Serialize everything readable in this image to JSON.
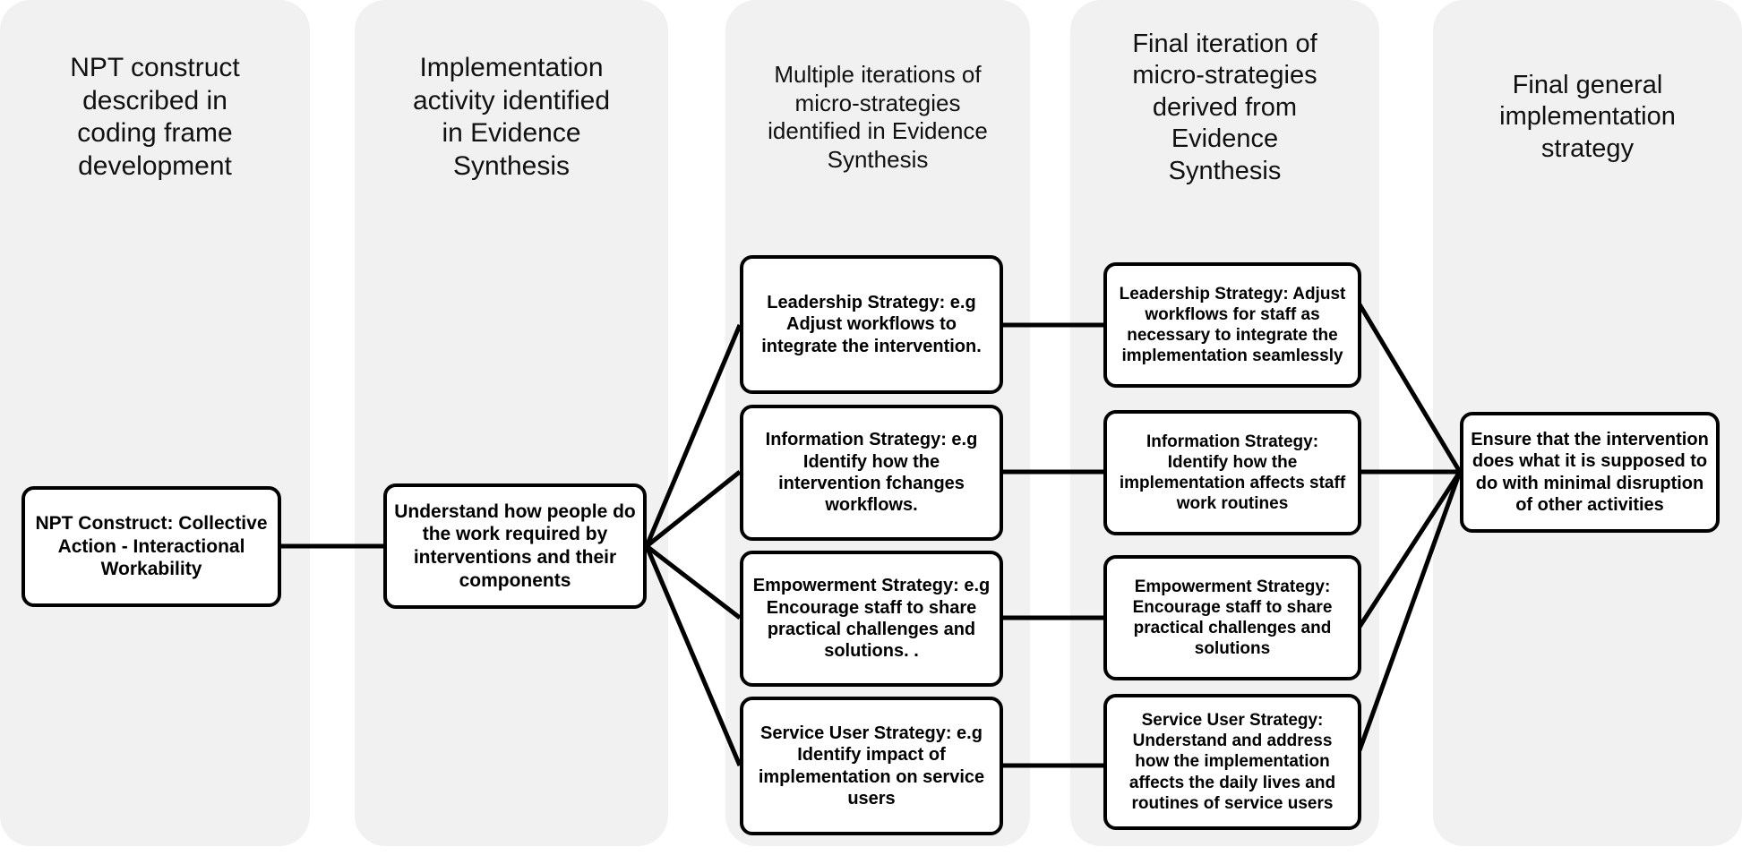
{
  "diagram": {
    "title": "NPT implementation strategy derivation flow",
    "background_color": "#ffffff",
    "band_color": "#f1f1f1",
    "node_border_color": "#000000",
    "connector_color": "#000000"
  },
  "columns": [
    {
      "id": "col-1",
      "title": "NPT construct\ndescribed in\ncoding frame\ndevelopment"
    },
    {
      "id": "col-2",
      "title": "Implementation\nactivity identified\nin Evidence\nSynthesis"
    },
    {
      "id": "col-3",
      "title": "Multiple iterations of\nmicro-strategies\nidentified in Evidence\nSynthesis"
    },
    {
      "id": "col-4",
      "title": "Final iteration of\nmicro-strategies\nderived from\nEvidence\nSynthesis"
    },
    {
      "id": "col-5",
      "title": "Final general\nimplementation\nstrategy"
    }
  ],
  "nodes": {
    "construct": "NPT Construct: Collective Action - Interactional Workability",
    "activity": "Understand how people do the work required by interventions and their components",
    "micro_strategies": [
      "Leadership Strategy: e.g Adjust workflows to integrate the intervention.",
      "Information Strategy: e.g Identify how the intervention fchanges workflows.",
      "Empowerment Strategy: e.g Encourage staff to share practical challenges and solutions. .",
      "Service User Strategy: e.g Identify impact of implementation on service users"
    ],
    "final_strategies": [
      "Leadership  Strategy: Adjust workflows for staff as necessary to integrate the implementation seamlessly",
      "Information Strategy: Identify how the implementation affects staff work routines",
      "Empowerment Strategy: Encourage staff to share practical challenges and solutions",
      "Service User Strategy: Understand and address how the implementation affects the daily lives and routines of service users"
    ],
    "final_strategy": "Ensure that the intervention does what it is supposed to do with minimal disruption of other activities"
  }
}
